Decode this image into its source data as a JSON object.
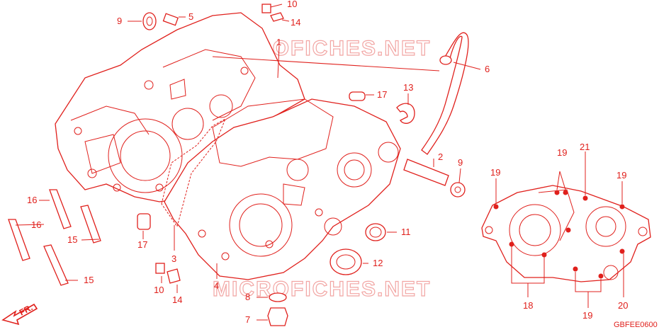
{
  "diagram": {
    "code": "GBFEE0600",
    "watermark": "MICROFICHES.NET",
    "direction_label": "FR.",
    "accent_color": "#e0201c",
    "callouts": [
      "9",
      "5",
      "10",
      "14",
      "1",
      "6",
      "17",
      "13",
      "2",
      "9",
      "16",
      "16",
      "15",
      "15",
      "17",
      "3",
      "10",
      "14",
      "4",
      "8",
      "7",
      "11",
      "12",
      "19",
      "21",
      "19",
      "19",
      "18",
      "19",
      "20"
    ]
  }
}
